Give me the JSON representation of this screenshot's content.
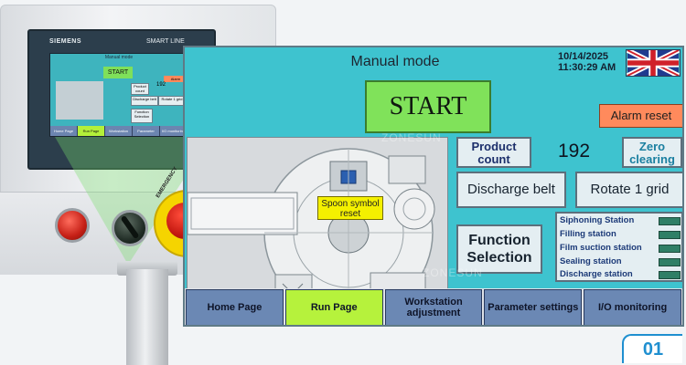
{
  "panel": {
    "brand": "SIEMENS",
    "model": "SMART LINE",
    "mini_screen": {
      "title": "Manual mode",
      "start": "START",
      "alarm": "Alarm",
      "count": "192",
      "boxes": [
        "Product count",
        "Discharge belt",
        "Rotate 1 grid",
        "Function Selection"
      ],
      "nav": [
        "Home Page",
        "Run Page",
        "Workstation adjustment",
        "Parameter settings",
        "I/O monitoring"
      ]
    },
    "estop_label": "EMERGENCY"
  },
  "hmi": {
    "title": "Manual mode",
    "date": "10/14/2025",
    "time": "11:30:29 AM",
    "language_flag_icon": "uk-flag-icon",
    "start_label": "START",
    "alarm_reset_label": "Alarm reset",
    "spoon_reset_label": "Spoon symbol reset",
    "product_count_label": "Product count",
    "product_count_value": "192",
    "zero_clearing_label": "Zero clearing",
    "discharge_belt_label": "Discharge belt",
    "rotate_grid_label": "Rotate 1 grid",
    "function_selection_label": "Function Selection",
    "stations": [
      {
        "label": "Siphoning Station"
      },
      {
        "label": "Filling station"
      },
      {
        "label": "Film suction station"
      },
      {
        "label": "Sealing station"
      },
      {
        "label": "Discharge station"
      }
    ],
    "nav": [
      {
        "label": "Home Page",
        "active": false
      },
      {
        "label": "Run Page",
        "active": true
      },
      {
        "label": "Workstation adjustment",
        "active": false
      },
      {
        "label": "Parameter settings",
        "active": false
      },
      {
        "label": "I/O monitoring",
        "active": false
      }
    ],
    "watermark": "ZONESUN"
  },
  "page_number": "01",
  "colors": {
    "screen_bg": "#3ec3cf",
    "start_green": "#80e25a",
    "alarm_orange": "#ff8a5c",
    "spoon_yellow": "#f4f000",
    "nav_blue": "#6b88b4",
    "nav_active": "#b6f23c",
    "station_light": "#2f7f66"
  }
}
